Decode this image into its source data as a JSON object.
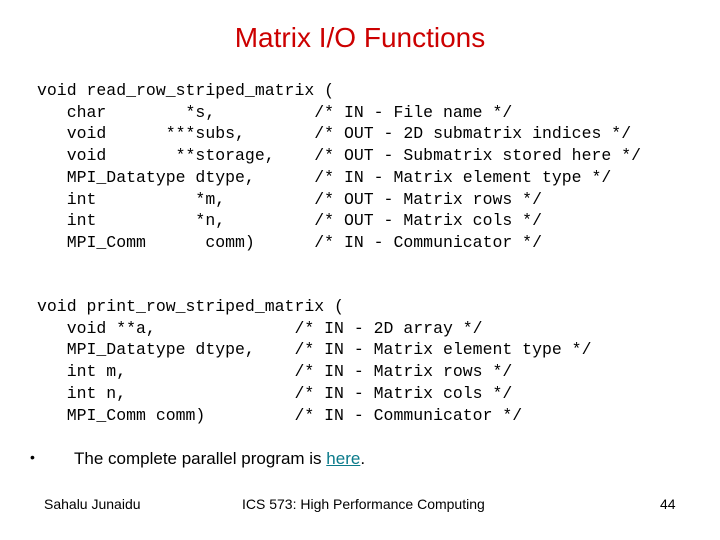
{
  "slide": {
    "title": "Matrix I/O Functions",
    "code_block_1": [
      "void read_row_striped_matrix (",
      "   char        *s,          /* IN - File name */",
      "   void      ***subs,       /* OUT - 2D submatrix indices */",
      "   void       **storage,    /* OUT - Submatrix stored here */",
      "   MPI_Datatype dtype,      /* IN - Matrix element type */",
      "   int          *m,         /* OUT - Matrix rows */",
      "   int          *n,         /* OUT - Matrix cols */",
      "   MPI_Comm      comm)      /* IN - Communicator */"
    ],
    "code_block_2": [
      "void print_row_striped_matrix (",
      "   void **a,              /* IN - 2D array */",
      "   MPI_Datatype dtype,    /* IN - Matrix element type */",
      "   int m,                 /* IN - Matrix rows */",
      "   int n,                 /* IN - Matrix cols */",
      "   MPI_Comm comm)         /* IN - Communicator */"
    ],
    "bullet": {
      "marker": "•",
      "text_before": "The complete parallel program is ",
      "link_text": "here",
      "text_after": "."
    },
    "footer": {
      "author": "Sahalu Junaidu",
      "course": "ICS 573: High Performance Computing",
      "page_number": "44"
    }
  }
}
